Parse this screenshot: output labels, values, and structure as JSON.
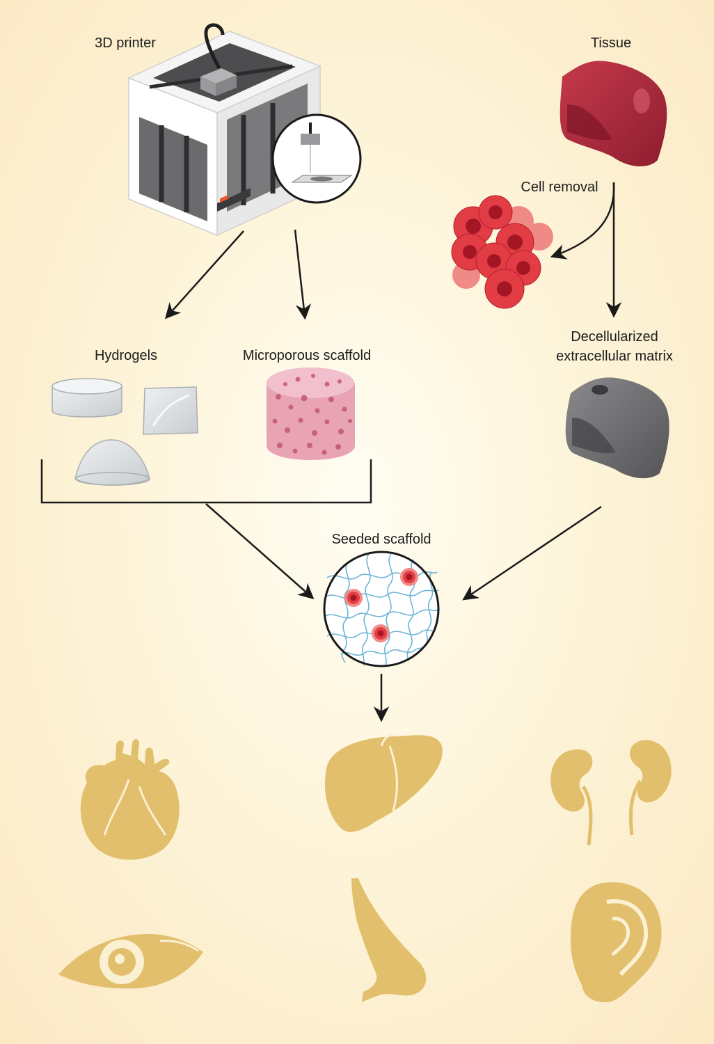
{
  "labels": {
    "printer": "3D printer",
    "tissue": "Tissue",
    "cell_removal": "Cell removal",
    "hydrogels": "Hydrogels",
    "microporous": "Microporous scaffold",
    "decell_line1": "Decellularized",
    "decell_line2": "extracellular matrix",
    "seeded": "Seeded scaffold"
  },
  "colors": {
    "background_center": "#fffdf3",
    "background_edge": "#fbe9c4",
    "organ": "#e1bf6c",
    "tissue": "#b0283c",
    "cell": "#e23d44",
    "cell_light": "#f08a86",
    "matrix": "#6d6d70",
    "scaffold_pink": "#e8a4b4",
    "scaffold_pore": "#c2566f",
    "mesh": "#6db4d6",
    "arrow": "#1a1a1a"
  },
  "organs": [
    "heart-icon",
    "liver-icon",
    "kidneys-icon",
    "eye-icon",
    "nose-icon",
    "ear-icon"
  ]
}
